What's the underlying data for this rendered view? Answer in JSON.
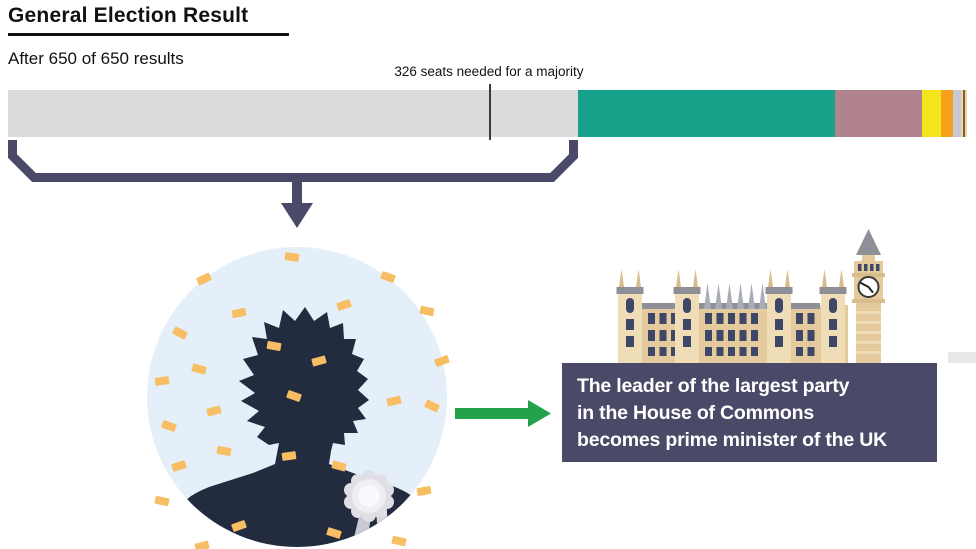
{
  "header": {
    "title": "General Election Result",
    "subtitle": "After 650 of 650 results"
  },
  "majority_bar": {
    "annotation": "326 seats needed for a majority",
    "majority_marker_pct": 50.15,
    "segments": [
      {
        "name": "largest-party",
        "color": "#DCDCDE",
        "width_pct": 59.5
      },
      {
        "name": "second-party",
        "color": "#17A28C",
        "width_pct": 26.8
      },
      {
        "name": "third-party",
        "color": "#B0838F",
        "width_pct": 9.1
      },
      {
        "name": "fourth-party",
        "color": "#F3E51B",
        "width_pct": 1.9
      },
      {
        "name": "fifth-party",
        "color": "#F5A11E",
        "width_pct": 1.25
      },
      {
        "name": "sixth-party",
        "color": "#C4C9D4",
        "width_pct": 0.85
      },
      {
        "name": "seventh-party",
        "color": "#EBD7A7",
        "width_pct": 0.2
      },
      {
        "name": "eighth-party",
        "color": "#7D5B35",
        "width_pct": 0.25
      },
      {
        "name": "ninth-party",
        "color": "#EBD7A7",
        "width_pct": 0.2
      }
    ]
  },
  "explainer": {
    "caption_lines": [
      "The leader of the largest party",
      "in the House of Commons",
      "becomes prime minister of the UK"
    ]
  },
  "colors": {
    "accent_slate": "#4A4A68",
    "arrow_green": "#23A24B",
    "circle_blue": "#E4EFF9",
    "silhouette_navy": "#232B3E",
    "confetti_orange": "#F8BE63",
    "building_tan": "#E5CA9E",
    "building_tan_light": "#EFDDB8",
    "building_tan_mid": "#D9BC8C",
    "roof_gray": "#8F8F97",
    "window_navy": "#3E4766",
    "marker_gray": "#3A3A3A",
    "ground_gray": "#E8E8E8",
    "rosette_outer": "#DFDFE5",
    "rosette_mid": "#EFEFF3",
    "rosette_inner": "#FAFAFC",
    "ribbon_gray": "#C9C9D1",
    "caption_text": "#FFFFFF"
  }
}
